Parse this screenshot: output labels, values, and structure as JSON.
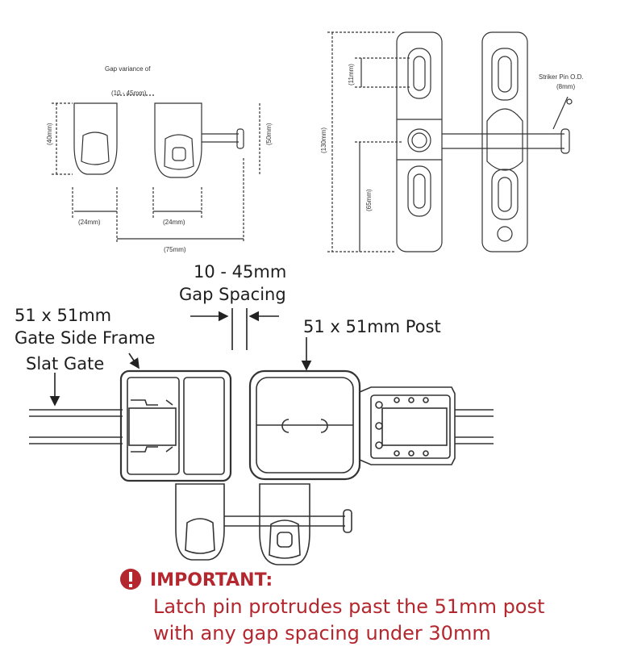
{
  "top_left": {
    "gap_variance_label": "Gap variance of",
    "gap_range": "(10 - 45mm)",
    "height_left": "(40mm)",
    "height_right": "(50mm)",
    "width_left": "(24mm)",
    "width_right": "(24mm)",
    "overall_width": "(75mm)"
  },
  "top_right": {
    "slot_dim": "(11mm)",
    "total_height": "(130mm)",
    "lower_dim": "(65mm)",
    "striker_label_line1": "Striker Pin O.D.",
    "striker_label_line2": "(8mm)"
  },
  "plan": {
    "gap_value": "10 - 45mm",
    "gap_label": "Gap Spacing",
    "frame_line1": "51 x 51mm",
    "frame_line2": "Gate Side Frame",
    "slat_gate": "Slat Gate",
    "post_label": "51 x 51mm Post"
  },
  "notice": {
    "icon": "exclamation-circle-icon",
    "title": "IMPORTANT:",
    "line1": "Latch pin protrudes past the 51mm post",
    "line2": "with any gap spacing under 30mm",
    "color": "#b4272e"
  }
}
